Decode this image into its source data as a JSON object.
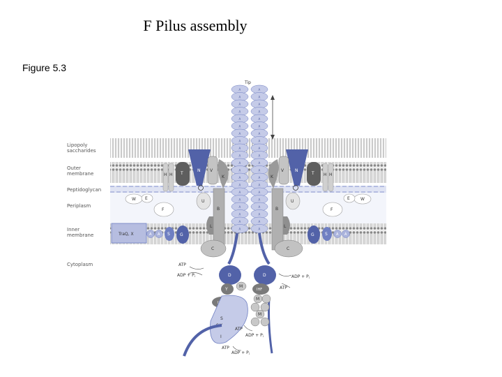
{
  "title": "F Pilus assembly",
  "figure_label": "Figure 5.3",
  "diagram": {
    "tip": "Tip",
    "layers": {
      "lps": [
        "Lipopoly",
        "saccharides"
      ],
      "outer": [
        "Outer",
        "membrane"
      ],
      "pg": "Peptidoglycan",
      "peri": "Periplasm",
      "inner": [
        "Inner",
        "membrane"
      ],
      "cyto": "Cytoplasm"
    },
    "pilin": "A",
    "proteins": {
      "traqx": "TraQ, X",
      "T": "T",
      "N": "N",
      "H": "H",
      "V": "V",
      "K": "K",
      "U": "U",
      "B": "B",
      "W": "W",
      "E": "E",
      "F": "F",
      "L": "L",
      "S": "S",
      "G": "G",
      "C": "C",
      "D": "D",
      "Y": "Y",
      "M": "M",
      "IHF": "IHF",
      "I": "I",
      "sy": "S-Y",
      "s": "S"
    },
    "reactions": {
      "atp": "ATP",
      "adp": "ADP + P",
      "sub": "i"
    }
  },
  "colors": {
    "blue": "#6f7fc2",
    "pilin": "#c5cbe8",
    "grey": "#9a9a9a",
    "dark": "#5e5e5e"
  }
}
